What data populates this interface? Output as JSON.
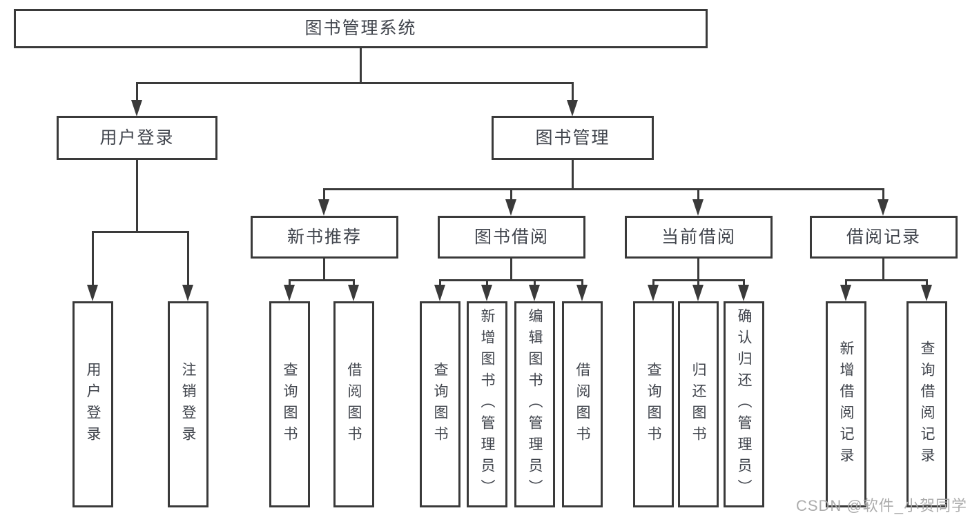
{
  "diagram": {
    "root": {
      "label": "图书管理系统"
    },
    "level2": [
      {
        "id": "user-login",
        "label": "用户登录"
      },
      {
        "id": "book-management",
        "label": "图书管理"
      }
    ],
    "level3": [
      {
        "id": "new-book-recommend",
        "label": "新书推荐"
      },
      {
        "id": "book-borrow",
        "label": "图书借阅"
      },
      {
        "id": "current-borrow",
        "label": "当前借阅"
      },
      {
        "id": "borrow-records",
        "label": "借阅记录"
      }
    ],
    "leaves": [
      {
        "id": "user-login",
        "label": "用户登录"
      },
      {
        "id": "logout-login",
        "label": "注销登录"
      },
      {
        "id": "search-books-recommend",
        "label": "查询图书"
      },
      {
        "id": "borrow-books-recommend",
        "label": "借阅图书"
      },
      {
        "id": "search-books-borrow",
        "label": "查询图书"
      },
      {
        "id": "add-book-admin",
        "label": "新增图书（管理员）"
      },
      {
        "id": "edit-book-admin",
        "label": "编辑图书（管理员）"
      },
      {
        "id": "borrow-books-borrow",
        "label": "借阅图书"
      },
      {
        "id": "search-books-current",
        "label": "查询图书"
      },
      {
        "id": "return-book",
        "label": "归还图书"
      },
      {
        "id": "confirm-return-admin",
        "label": "确认归还（管理员）"
      },
      {
        "id": "add-borrow-record",
        "label": "新增借阅记录"
      },
      {
        "id": "search-borrow-record",
        "label": "查询借阅记录"
      }
    ]
  },
  "watermark": {
    "text": "CSDN @软件_小贺同学"
  },
  "colors": {
    "line": "#3a3a3a",
    "text": "#40444c",
    "watermark": "#a8a8a8",
    "background": "#ffffff"
  }
}
